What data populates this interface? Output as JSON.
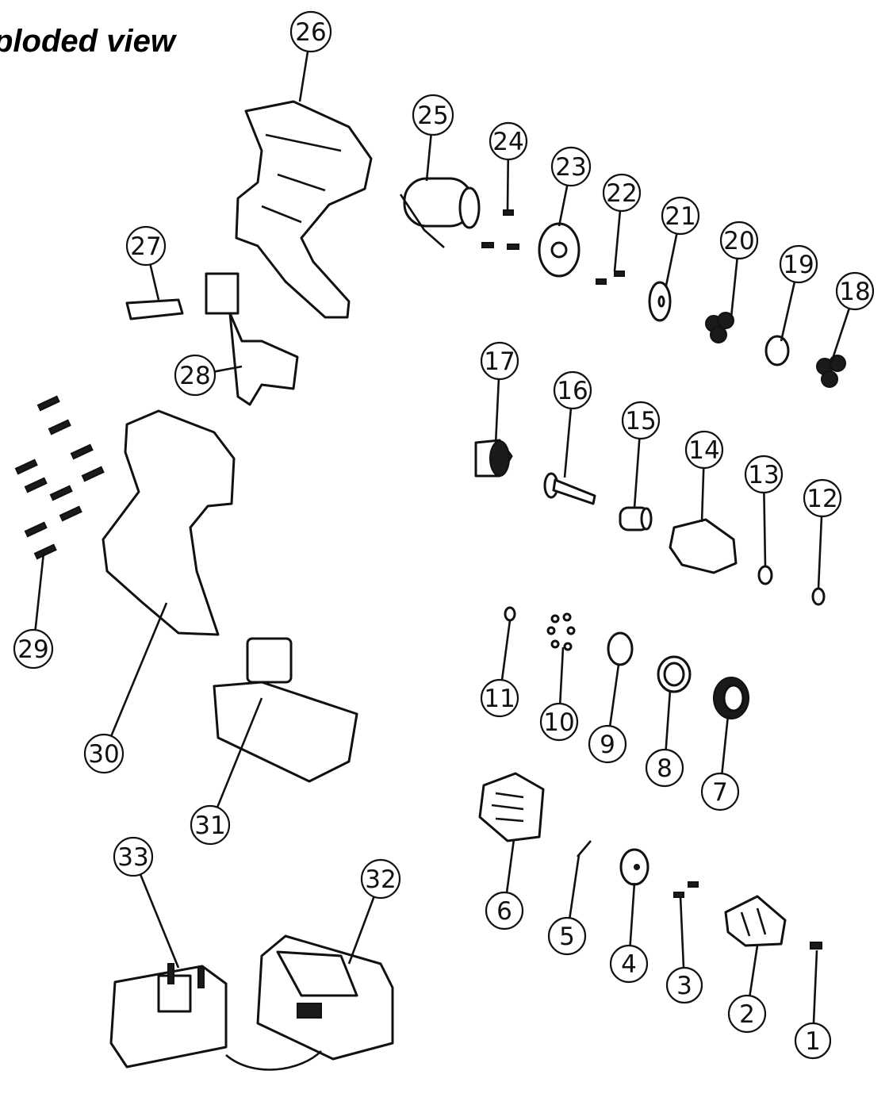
{
  "title": "ploded view",
  "callouts": [
    "1",
    "2",
    "3",
    "4",
    "5",
    "6",
    "7",
    "8",
    "9",
    "10",
    "11",
    "12",
    "13",
    "14",
    "15",
    "16",
    "17",
    "18",
    "19",
    "20",
    "21",
    "22",
    "23",
    "24",
    "25",
    "26",
    "27",
    "28",
    "29",
    "30",
    "31",
    "32",
    "33"
  ]
}
